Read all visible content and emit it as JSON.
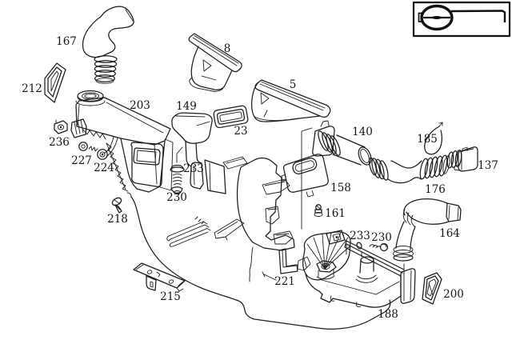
{
  "diagram": {
    "type": "exploded-parts-diagram",
    "subject": "vehicle air duct and ventilation components",
    "background_color": "#ffffff",
    "line_color": "#1c1c1c",
    "legend": {
      "icon": "steering-wheel-dashboard-icon"
    },
    "parts": [
      {
        "number": "167"
      },
      {
        "number": "212"
      },
      {
        "number": "236"
      },
      {
        "number": "227"
      },
      {
        "number": "224"
      },
      {
        "number": "203"
      },
      {
        "number": "149"
      },
      {
        "number": "233"
      },
      {
        "number": "230"
      },
      {
        "number": "218"
      },
      {
        "number": "8"
      },
      {
        "number": "23"
      },
      {
        "number": "5"
      },
      {
        "number": "140"
      },
      {
        "number": "185"
      },
      {
        "number": "137"
      },
      {
        "number": "158"
      },
      {
        "number": "176"
      },
      {
        "number": "161"
      },
      {
        "number": "164"
      },
      {
        "number": "233"
      },
      {
        "number": "230"
      },
      {
        "number": "221"
      },
      {
        "number": "215"
      },
      {
        "number": "188"
      },
      {
        "number": "200"
      }
    ]
  }
}
